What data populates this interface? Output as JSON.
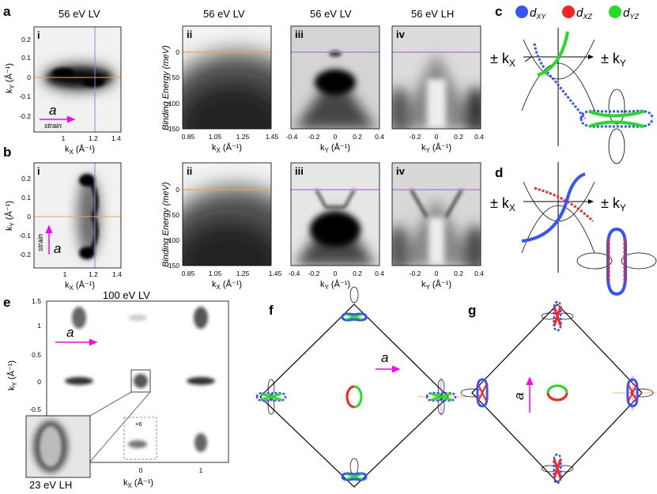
{
  "figure": {
    "panel_labels": {
      "a": "a",
      "b": "b",
      "c": "c",
      "d": "d",
      "e": "e",
      "f": "f",
      "g": "g"
    },
    "sub_labels": {
      "i": "i",
      "ii": "ii",
      "iii": "iii",
      "iv": "iv"
    },
    "titles": {
      "lv56": "56 eV LV",
      "lh56": "56 eV LH",
      "lv100": "100 eV LV",
      "lh23": "23 eV LH"
    },
    "axis": {
      "kx": "k",
      "kx_sub": "X",
      "ky": "k",
      "ky_sub": "Y",
      "unit": " (Å⁻¹)",
      "binding_energy": "Binding Energy (meV)"
    },
    "ticks": {
      "a_i_y": [
        "0.2",
        "0.1",
        "0",
        "-0.1",
        "-0.2"
      ],
      "b_i_y": [
        "0.2",
        "0.1",
        "0",
        "-0.1",
        "-0.2"
      ],
      "fs_x": [
        "1",
        "1.2",
        "1.4"
      ],
      "be_y": [
        "0",
        "50",
        "100",
        "150"
      ],
      "ii_x": [
        "0.85",
        "1.05",
        "1.25",
        "1.45"
      ],
      "ii_x_last": "1.45",
      "ky_x": [
        "-0.4",
        "-0.2",
        "0",
        "0.2",
        "0.4"
      ],
      "ky_x_first": "-0.4",
      "e_y": [
        "1.5",
        "1",
        "0.5",
        "0",
        "-0.5"
      ],
      "e_x": [
        "0",
        "1"
      ]
    },
    "annotations": {
      "a": "a",
      "strain": "strain",
      "x6": "×6"
    },
    "legend": {
      "dxy": {
        "base": "d",
        "sub": "XY",
        "color": "#3355ff"
      },
      "dxz": {
        "base": "d",
        "sub": "XZ",
        "color": "#ff2222"
      },
      "dyz": {
        "base": "d",
        "sub": "YZ",
        "color": "#22dd22"
      }
    },
    "pm_kx": {
      "pm": "± k",
      "sub": "X"
    },
    "pm_ky": {
      "pm": "± k",
      "sub": "Y"
    },
    "colors": {
      "orange": "#f5a050",
      "violet": "#b070e0",
      "magenta": "#ff00ff"
    }
  }
}
